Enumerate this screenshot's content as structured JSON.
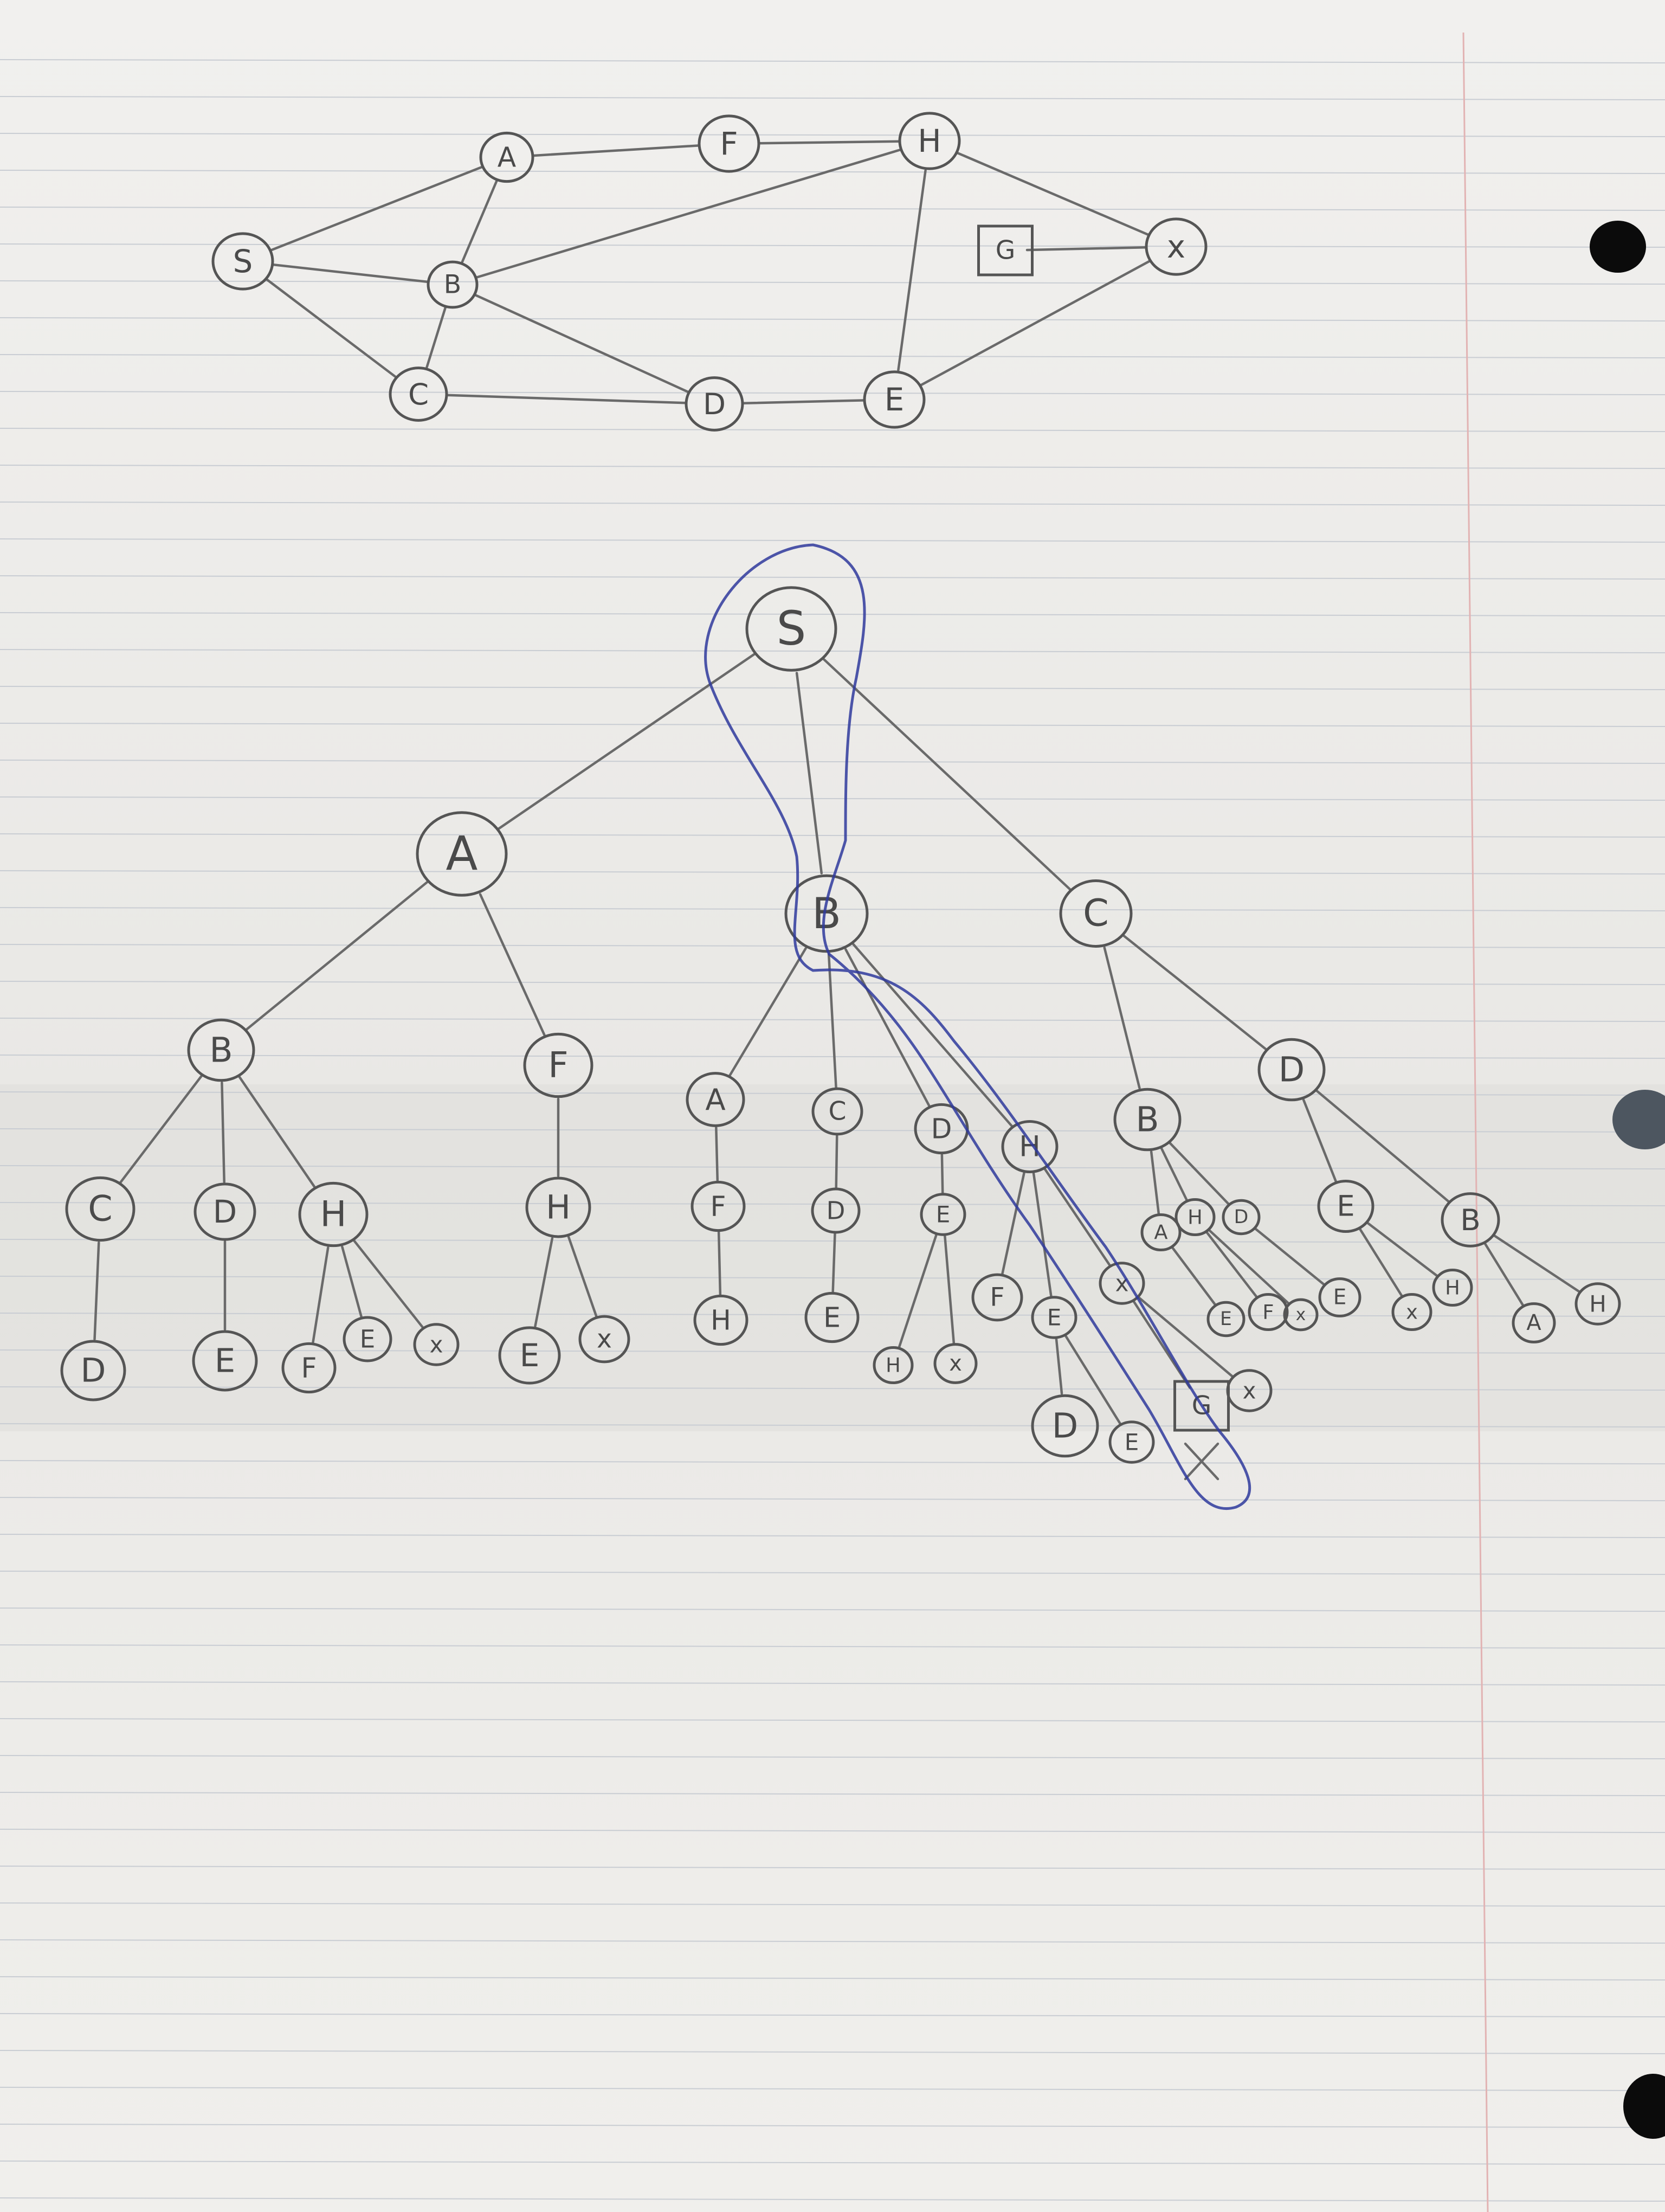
{
  "colors": {
    "paper": "#ecebe8",
    "pencil": "#555555",
    "ink_blue": "#2f3a9c",
    "rule": "#c9cdd3",
    "margin": "#e2b3b3",
    "hole": "#0b0b0b"
  },
  "graph": {
    "nodes": [
      {
        "id": "g_S",
        "label": "S"
      },
      {
        "id": "g_A",
        "label": "A"
      },
      {
        "id": "g_F",
        "label": "F"
      },
      {
        "id": "g_H",
        "label": "H"
      },
      {
        "id": "g_B",
        "label": "B"
      },
      {
        "id": "g_G",
        "label": "G",
        "goal": true
      },
      {
        "id": "g_x",
        "label": "x"
      },
      {
        "id": "g_C",
        "label": "C"
      },
      {
        "id": "g_D",
        "label": "D"
      },
      {
        "id": "g_E",
        "label": "E"
      }
    ],
    "edges": [
      [
        "g_S",
        "g_A"
      ],
      [
        "g_S",
        "g_B"
      ],
      [
        "g_S",
        "g_C"
      ],
      [
        "g_A",
        "g_F"
      ],
      [
        "g_A",
        "g_B"
      ],
      [
        "g_F",
        "g_H"
      ],
      [
        "g_B",
        "g_H"
      ],
      [
        "g_B",
        "g_C"
      ],
      [
        "g_B",
        "g_D"
      ],
      [
        "g_C",
        "g_D"
      ],
      [
        "g_D",
        "g_E"
      ],
      [
        "g_H",
        "g_E"
      ],
      [
        "g_H",
        "g_x"
      ],
      [
        "g_G",
        "g_x"
      ],
      [
        "g_x",
        "g_E"
      ]
    ]
  },
  "tree": {
    "nodes": [
      {
        "id": "S",
        "label": "S"
      },
      {
        "id": "A1",
        "label": "A"
      },
      {
        "id": "B1",
        "label": "B"
      },
      {
        "id": "C1",
        "label": "C"
      },
      {
        "id": "A_B",
        "label": "B"
      },
      {
        "id": "A_F",
        "label": "F"
      },
      {
        "id": "AB_C",
        "label": "C"
      },
      {
        "id": "AB_D",
        "label": "D"
      },
      {
        "id": "AB_H",
        "label": "H"
      },
      {
        "id": "ABC_D",
        "label": "D"
      },
      {
        "id": "ABD_E",
        "label": "E"
      },
      {
        "id": "ABH_F",
        "label": "F"
      },
      {
        "id": "ABH_E",
        "label": "E"
      },
      {
        "id": "ABH_x",
        "label": "x"
      },
      {
        "id": "AF_H",
        "label": "H"
      },
      {
        "id": "AFH_E",
        "label": "E"
      },
      {
        "id": "AFH_x",
        "label": "x"
      },
      {
        "id": "B_A",
        "label": "A"
      },
      {
        "id": "B_C",
        "label": "C"
      },
      {
        "id": "B_D",
        "label": "D"
      },
      {
        "id": "B_H",
        "label": "H"
      },
      {
        "id": "BA_F",
        "label": "F"
      },
      {
        "id": "BAF_H",
        "label": "H"
      },
      {
        "id": "BC_D",
        "label": "D"
      },
      {
        "id": "BCD_E",
        "label": "E"
      },
      {
        "id": "BD_E",
        "label": "E"
      },
      {
        "id": "BDE_H",
        "label": "H"
      },
      {
        "id": "BDE_x",
        "label": "x"
      },
      {
        "id": "BH_F",
        "label": "F"
      },
      {
        "id": "BH_E",
        "label": "E"
      },
      {
        "id": "BH_x",
        "label": "x"
      },
      {
        "id": "BHE_D",
        "label": "D"
      },
      {
        "id": "BHE_E",
        "label": "E"
      },
      {
        "id": "BHx_G",
        "label": "G",
        "goal": true
      },
      {
        "id": "BHx_x",
        "label": "x"
      },
      {
        "id": "C_B",
        "label": "B"
      },
      {
        "id": "C_D",
        "label": "D"
      },
      {
        "id": "CB_A",
        "label": "A"
      },
      {
        "id": "CB_H",
        "label": "H"
      },
      {
        "id": "CB_D",
        "label": "D"
      },
      {
        "id": "CBA_E",
        "label": "E"
      },
      {
        "id": "CBH_F",
        "label": "F"
      },
      {
        "id": "CBH_x",
        "label": "x"
      },
      {
        "id": "CBD_E",
        "label": "E"
      },
      {
        "id": "CD_E",
        "label": "E"
      },
      {
        "id": "CD_B",
        "label": "B"
      },
      {
        "id": "CDE_x",
        "label": "x"
      },
      {
        "id": "CDE_H",
        "label": "H"
      },
      {
        "id": "CDB_A",
        "label": "A"
      },
      {
        "id": "CDB_H",
        "label": "H"
      }
    ],
    "edges": [
      [
        "S",
        "A1"
      ],
      [
        "S",
        "B1"
      ],
      [
        "S",
        "C1"
      ],
      [
        "A1",
        "A_B"
      ],
      [
        "A1",
        "A_F"
      ],
      [
        "A_B",
        "AB_C"
      ],
      [
        "A_B",
        "AB_D"
      ],
      [
        "A_B",
        "AB_H"
      ],
      [
        "AB_C",
        "ABC_D"
      ],
      [
        "AB_D",
        "ABD_E"
      ],
      [
        "AB_H",
        "ABH_F"
      ],
      [
        "AB_H",
        "ABH_E"
      ],
      [
        "AB_H",
        "ABH_x"
      ],
      [
        "A_F",
        "AF_H"
      ],
      [
        "AF_H",
        "AFH_E"
      ],
      [
        "AF_H",
        "AFH_x"
      ],
      [
        "B1",
        "B_A"
      ],
      [
        "B1",
        "B_C"
      ],
      [
        "B1",
        "B_D"
      ],
      [
        "B1",
        "B_H"
      ],
      [
        "B_A",
        "BA_F"
      ],
      [
        "BA_F",
        "BAF_H"
      ],
      [
        "B_C",
        "BC_D"
      ],
      [
        "BC_D",
        "BCD_E"
      ],
      [
        "B_D",
        "BD_E"
      ],
      [
        "BD_E",
        "BDE_H"
      ],
      [
        "BD_E",
        "BDE_x"
      ],
      [
        "B_H",
        "BH_F"
      ],
      [
        "B_H",
        "BH_E"
      ],
      [
        "B_H",
        "BH_x"
      ],
      [
        "BH_E",
        "BHE_D"
      ],
      [
        "BH_E",
        "BHE_E"
      ],
      [
        "BH_x",
        "BHx_G"
      ],
      [
        "BH_x",
        "BHx_x"
      ],
      [
        "C1",
        "C_B"
      ],
      [
        "C1",
        "C_D"
      ],
      [
        "C_B",
        "CB_A"
      ],
      [
        "C_B",
        "CB_H"
      ],
      [
        "C_B",
        "CB_D"
      ],
      [
        "CB_A",
        "CBA_E"
      ],
      [
        "CB_H",
        "CBH_F"
      ],
      [
        "CB_H",
        "CBH_x"
      ],
      [
        "CB_D",
        "CBD_E"
      ],
      [
        "C_D",
        "CD_E"
      ],
      [
        "C_D",
        "CD_B"
      ],
      [
        "CD_E",
        "CDE_x"
      ],
      [
        "CD_E",
        "CDE_H"
      ],
      [
        "CD_B",
        "CDB_A"
      ],
      [
        "CD_B",
        "CDB_H"
      ]
    ],
    "highlighted_path": [
      "S",
      "B1",
      "B_H",
      "BH_x",
      "BHx_G"
    ]
  }
}
